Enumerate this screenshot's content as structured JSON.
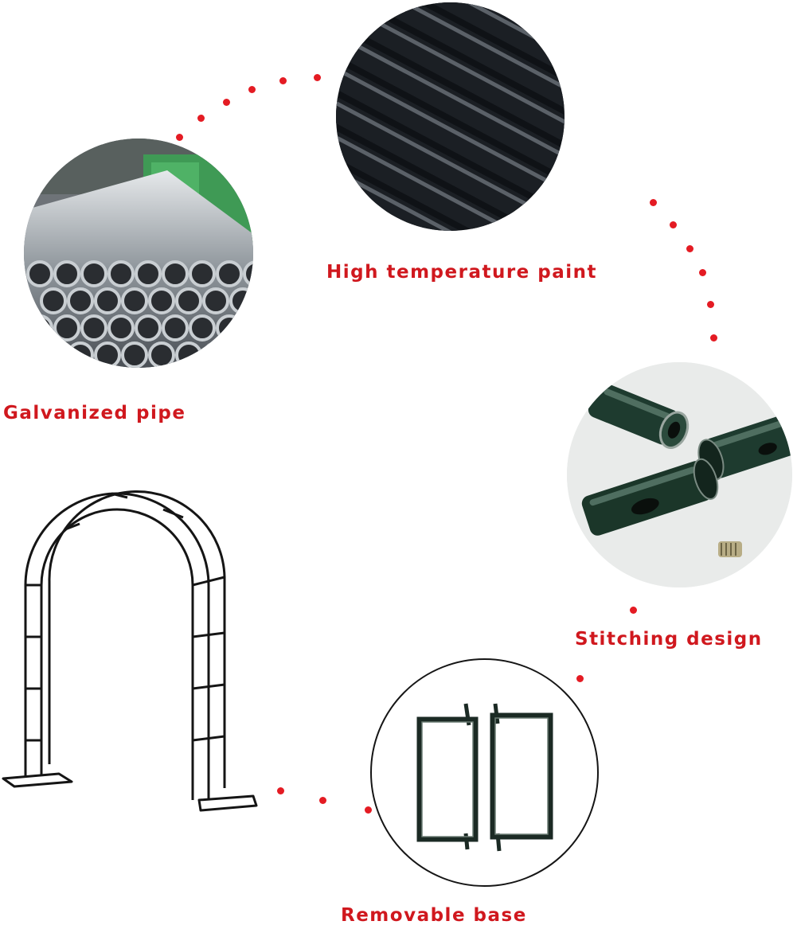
{
  "colors": {
    "label_red": "#d0181e",
    "dot_red": "#e41b23",
    "frame_black": "#151515",
    "paint_black": "#1b1f24",
    "steel_gray": "#8c9298",
    "factory_green": "#3f9a55",
    "joint_green": "#1e3b2f"
  },
  "features": [
    {
      "id": "galvanized",
      "label": "Galvanized pipe",
      "icon": "galvanized-pipe-photo"
    },
    {
      "id": "paint",
      "label": "High temperature paint",
      "icon": "painted-pipe-photo"
    },
    {
      "id": "stitching",
      "label": "Stitching design",
      "icon": "pipe-joint-photo"
    },
    {
      "id": "base",
      "label": "Removable base",
      "icon": "base-frame-photo"
    }
  ],
  "product": {
    "icon": "arch-frame-icon"
  }
}
